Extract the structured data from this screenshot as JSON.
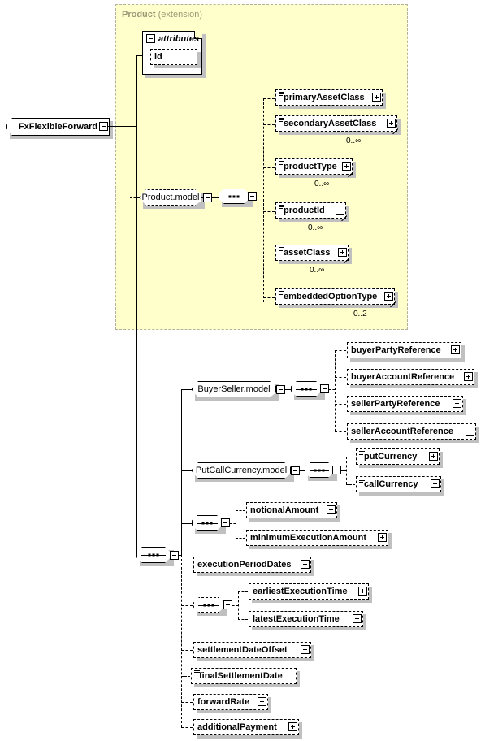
{
  "diagram": {
    "kind": "xsd-schema-diagram",
    "root": {
      "name": "FxFlexibleForward",
      "expander": "minus"
    },
    "extension_panel": {
      "title_bold": "Product",
      "title_rest": " (extension)",
      "bg_color": "#ffffcc",
      "border_color": "#b0b0a0"
    },
    "attributes_box": {
      "header": "attributes",
      "expander": "minus",
      "items": [
        {
          "name": "id"
        }
      ]
    },
    "product_model": {
      "name": "Product.model",
      "expander": "minus",
      "sequence_expander": "minus",
      "children": [
        {
          "name": "primaryAssetClass",
          "type_icon": "sequence-icon",
          "expander": "plus",
          "mult": ""
        },
        {
          "name": "secondaryAssetClass",
          "type_icon": "sequence-icon",
          "expander": "plus",
          "mult": "0..∞"
        },
        {
          "name": "productType",
          "type_icon": "sequence-icon",
          "expander": "plus",
          "mult": "0..∞"
        },
        {
          "name": "productId",
          "type_icon": "sequence-icon",
          "expander": "plus",
          "mult": "0..∞"
        },
        {
          "name": "assetClass",
          "type_icon": "sequence-icon",
          "expander": "plus",
          "mult": "0..∞"
        },
        {
          "name": "embeddedOptionType",
          "type_icon": "sequence-icon",
          "expander": "plus",
          "mult": "0..2"
        }
      ]
    },
    "main_sequence": {
      "expander": "minus"
    },
    "buyer_seller_model": {
      "name": "BuyerSeller.model",
      "expander": "minus",
      "sequence_expander": "minus",
      "children": [
        {
          "name": "buyerPartyReference",
          "expander": "plus"
        },
        {
          "name": "buyerAccountReference",
          "expander": "plus"
        },
        {
          "name": "sellerPartyReference",
          "expander": "plus"
        },
        {
          "name": "sellerAccountReference",
          "expander": "plus"
        }
      ]
    },
    "put_call_currency_model": {
      "name": "PutCallCurrency.model",
      "expander": "minus",
      "sequence_expander": "minus",
      "children": [
        {
          "name": "putCurrency",
          "type_icon": "sequence-icon",
          "expander": "plus"
        },
        {
          "name": "callCurrency",
          "type_icon": "sequence-icon",
          "expander": "plus"
        }
      ]
    },
    "amount_sequence": {
      "expander": "minus",
      "children": [
        {
          "name": "notionalAmount",
          "expander": "plus"
        },
        {
          "name": "minimumExecutionAmount",
          "expander": "plus"
        }
      ]
    },
    "execution_period_dates": {
      "name": "executionPeriodDates",
      "expander": "plus"
    },
    "execution_time_sequence": {
      "expander": "minus",
      "optional": true,
      "children": [
        {
          "name": "earliestExecutionTime",
          "expander": "plus"
        },
        {
          "name": "latestExecutionTime",
          "expander": "plus"
        }
      ]
    },
    "tail_elements": [
      {
        "name": "settlementDateOffset",
        "expander": "plus",
        "type_icon": ""
      },
      {
        "name": "finalSettlementDate",
        "expander": "none",
        "type_icon": "sequence-icon"
      },
      {
        "name": "forwardRate",
        "expander": "plus",
        "type_icon": ""
      },
      {
        "name": "additionalPayment",
        "expander": "plus",
        "type_icon": ""
      }
    ]
  }
}
